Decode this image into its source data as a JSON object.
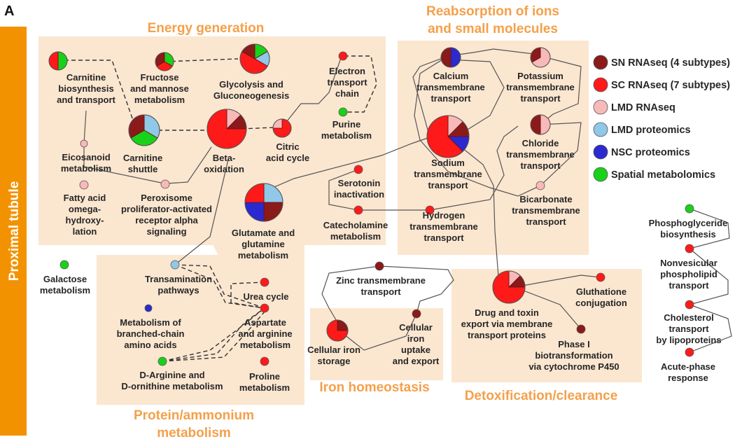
{
  "panel_label": "A",
  "side_label": "Proximal tubule",
  "colors": {
    "sn": "#8b1a1a",
    "sc": "#ff1a1a",
    "lmd_rna": "#f8b9b9",
    "lmd_prot": "#8fc8e8",
    "nsc": "#2a2ad0",
    "spatial": "#19d119",
    "region_bg": "#fbe6d0",
    "region_title": "#f5a04a",
    "sidebar": "#f39200"
  },
  "regions": {
    "energy": "Energy generation",
    "reabs": [
      "Reabsorption of ions",
      "and small molecules"
    ],
    "protein": [
      "Protein/ammonium",
      "metabolism"
    ],
    "iron": "Iron homeostasis",
    "detox": "Detoxification/clearance"
  },
  "legend": [
    {
      "label": "SN RNAseq (4 subtypes)",
      "color": "sn"
    },
    {
      "label": "SC RNAseq (7 subtypes)",
      "color": "sc"
    },
    {
      "label": "LMD RNAseq",
      "color": "lmd_rna"
    },
    {
      "label": "LMD proteomics",
      "color": "lmd_prot"
    },
    {
      "label": "NSC proteomics",
      "color": "nsc"
    },
    {
      "label": "Spatial metabolomics",
      "color": "spatial"
    }
  ],
  "nodes": {
    "carnitine_bio": {
      "lines": [
        "Carnitine",
        "biosynthesis",
        "and transport"
      ],
      "slices": [
        [
          "spatial",
          1
        ],
        [
          "sc",
          1
        ]
      ]
    },
    "fructose": {
      "lines": [
        "Fructose",
        "and mannose",
        "metabolism"
      ],
      "slices": [
        [
          "spatial",
          1
        ],
        [
          "sc",
          1
        ],
        [
          "sn",
          1
        ]
      ]
    },
    "glycolysis": {
      "lines": [
        "Glycolysis and",
        "Gluconeogenesis"
      ],
      "slices": [
        [
          "spatial",
          1
        ],
        [
          "lmd_prot",
          1
        ],
        [
          "sc",
          3
        ],
        [
          "sn",
          1
        ]
      ]
    },
    "electron": {
      "lines": [
        "Electron",
        "transport",
        "chain"
      ],
      "slices": [
        [
          "sc",
          1
        ]
      ]
    },
    "purine": {
      "lines": [
        "Purine",
        "metabolism"
      ],
      "slices": [
        [
          "spatial",
          1
        ]
      ]
    },
    "carnitine_shuttle": {
      "lines": [
        "Carnitine",
        "shuttle"
      ],
      "slices": [
        [
          "lmd_prot",
          1
        ],
        [
          "spatial",
          1
        ],
        [
          "sn",
          1
        ]
      ]
    },
    "beta": {
      "lines": [
        "Beta-",
        "oxidation"
      ],
      "slices": [
        [
          "lmd_rna",
          1
        ],
        [
          "sn",
          1
        ],
        [
          "sc",
          6
        ]
      ]
    },
    "citric": {
      "lines": [
        "Citric",
        "acid cycle"
      ],
      "slices": [
        [
          "sc",
          3
        ],
        [
          "lmd_rna",
          1
        ]
      ]
    },
    "eicosanoid": {
      "lines": [
        "Eicosanoid",
        "metabolism"
      ],
      "slices": [
        [
          "lmd_rna",
          1
        ]
      ]
    },
    "fatty": {
      "lines": [
        "Fatty acid",
        "omega-",
        "hydroxy-",
        "lation"
      ],
      "slices": [
        [
          "lmd_rna",
          1
        ]
      ]
    },
    "peroxisome": {
      "lines": [
        "Peroxisome",
        "proliferator-activated",
        "receptor alpha",
        "signaling"
      ],
      "slices": [
        [
          "lmd_rna",
          1
        ]
      ]
    },
    "glutamate": {
      "lines": [
        "Glutamate and",
        "glutamine",
        "metabolism"
      ],
      "slices": [
        [
          "lmd_prot",
          1
        ],
        [
          "sn",
          1
        ],
        [
          "nsc",
          1
        ],
        [
          "sc",
          1
        ]
      ]
    },
    "calcium": {
      "lines": [
        "Calcium",
        "transmembrane",
        "transport"
      ],
      "slices": [
        [
          "nsc",
          1
        ],
        [
          "sn",
          1
        ]
      ]
    },
    "potassium": {
      "lines": [
        "Potassium",
        "transmembrane",
        "transport"
      ],
      "slices": [
        [
          "lmd_rna",
          2
        ],
        [
          "sn",
          1
        ]
      ]
    },
    "sodium": {
      "lines": [
        "Sodium",
        "transmembrane",
        "transport"
      ],
      "slices": [
        [
          "lmd_rna",
          1
        ],
        [
          "sn",
          1
        ],
        [
          "nsc",
          1
        ],
        [
          "sc",
          5
        ]
      ]
    },
    "chloride": {
      "lines": [
        "Chloride",
        "transmembrane",
        "transport"
      ],
      "slices": [
        [
          "lmd_rna",
          1
        ],
        [
          "sn",
          1
        ]
      ]
    },
    "bicarbonate": {
      "lines": [
        "Bicarbonate",
        "transmembrane",
        "transport"
      ],
      "slices": [
        [
          "lmd_rna",
          1
        ]
      ]
    },
    "serotonin": {
      "lines": [
        "Serotonin",
        "inactivation"
      ],
      "slices": [
        [
          "sc",
          1
        ]
      ]
    },
    "catecholamine": {
      "lines": [
        "Catecholamine",
        "metabolism"
      ],
      "slices": [
        [
          "sc",
          1
        ]
      ]
    },
    "hydrogen": {
      "lines": [
        "Hydrogen",
        "transmembrane",
        "transport"
      ],
      "slices": [
        [
          "sc",
          1
        ]
      ]
    },
    "galactose": {
      "lines": [
        "Galactose",
        "metabolism"
      ],
      "slices": [
        [
          "spatial",
          1
        ]
      ]
    },
    "transamination": {
      "lines": [
        "Transamination",
        "pathways"
      ],
      "slices": [
        [
          "lmd_prot",
          1
        ]
      ]
    },
    "urea": {
      "lines": [
        "Urea cycle"
      ],
      "slices": [
        [
          "sc",
          1
        ]
      ]
    },
    "branched": {
      "lines": [
        "Metabolism of",
        "branched-chain",
        "amino acids"
      ],
      "slices": [
        [
          "nsc",
          1
        ]
      ]
    },
    "aspartate": {
      "lines": [
        "Aspartate",
        "and arginine",
        "metabolism"
      ],
      "slices": [
        [
          "sc",
          1
        ]
      ]
    },
    "darginine": {
      "lines": [
        "D-Arginine and",
        "D-ornithine metabolism"
      ],
      "slices": [
        [
          "spatial",
          1
        ]
      ]
    },
    "proline": {
      "lines": [
        "Proline",
        "metabolism"
      ],
      "slices": [
        [
          "sc",
          1
        ]
      ]
    },
    "zinc": {
      "lines": [
        "Zinc transmembrane",
        "transport"
      ],
      "slices": [
        [
          "sn",
          1
        ]
      ]
    },
    "iron_storage": {
      "lines": [
        "Cellular iron",
        "storage"
      ],
      "slices": [
        [
          "sn",
          1
        ],
        [
          "sc",
          3
        ]
      ]
    },
    "iron_uptake": {
      "lines": [
        "Cellular",
        "iron",
        "uptake",
        "and export"
      ],
      "slices": [
        [
          "sn",
          1
        ]
      ]
    },
    "drug": {
      "lines": [
        "Drug and toxin",
        "export via membrane",
        "transport proteins"
      ],
      "slices": [
        [
          "lmd_rna",
          1
        ],
        [
          "sn",
          1
        ],
        [
          "sc",
          6
        ]
      ]
    },
    "glutathione": {
      "lines": [
        "Gluthatione",
        "conjugation"
      ],
      "slices": [
        [
          "sc",
          1
        ]
      ]
    },
    "phase1": {
      "lines": [
        "Phase I",
        "biotransformation",
        "via cytochrome P450"
      ],
      "slices": [
        [
          "sn",
          1
        ]
      ]
    },
    "phospho": {
      "lines": [
        "Phosphoglyceride",
        "biosynthesis"
      ],
      "slices": [
        [
          "spatial",
          1
        ]
      ]
    },
    "nonvesicular": {
      "lines": [
        "Nonvesicular",
        "phospholipid",
        "transport"
      ],
      "slices": [
        [
          "sc",
          1
        ]
      ]
    },
    "cholesterol": {
      "lines": [
        "Cholesterol",
        "transport",
        "by lipoproteins"
      ],
      "slices": [
        [
          "sc",
          1
        ]
      ]
    },
    "acute": {
      "lines": [
        "Acute-phase",
        "response"
      ],
      "slices": [
        [
          "sc",
          1
        ]
      ]
    }
  }
}
